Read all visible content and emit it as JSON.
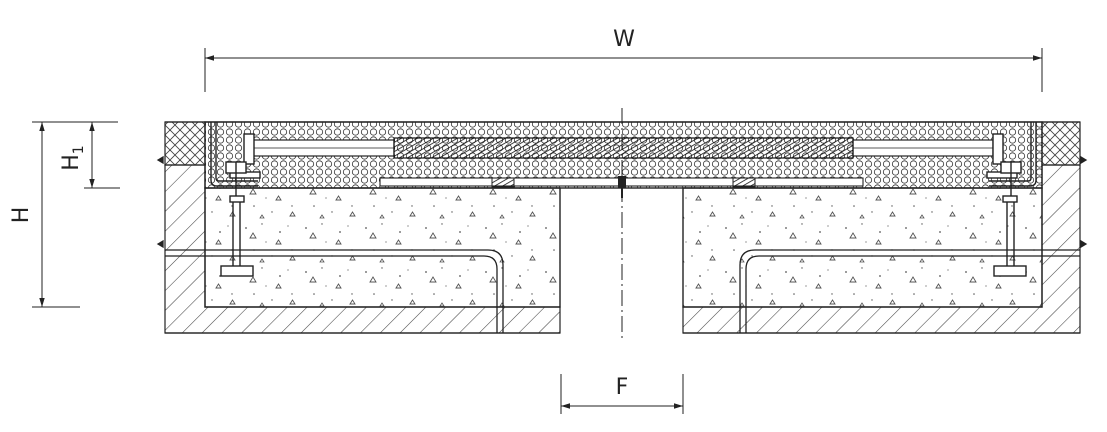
{
  "labels": {
    "width": "W",
    "height": "H",
    "height_top": "H",
    "height_top_sub": "1",
    "gap": "F"
  },
  "colors": {
    "line": "#222222",
    "hatch": "#444444",
    "concrete_dot": "#555555",
    "plate_hatch": "#111111",
    "paper": "#ffffff"
  }
}
